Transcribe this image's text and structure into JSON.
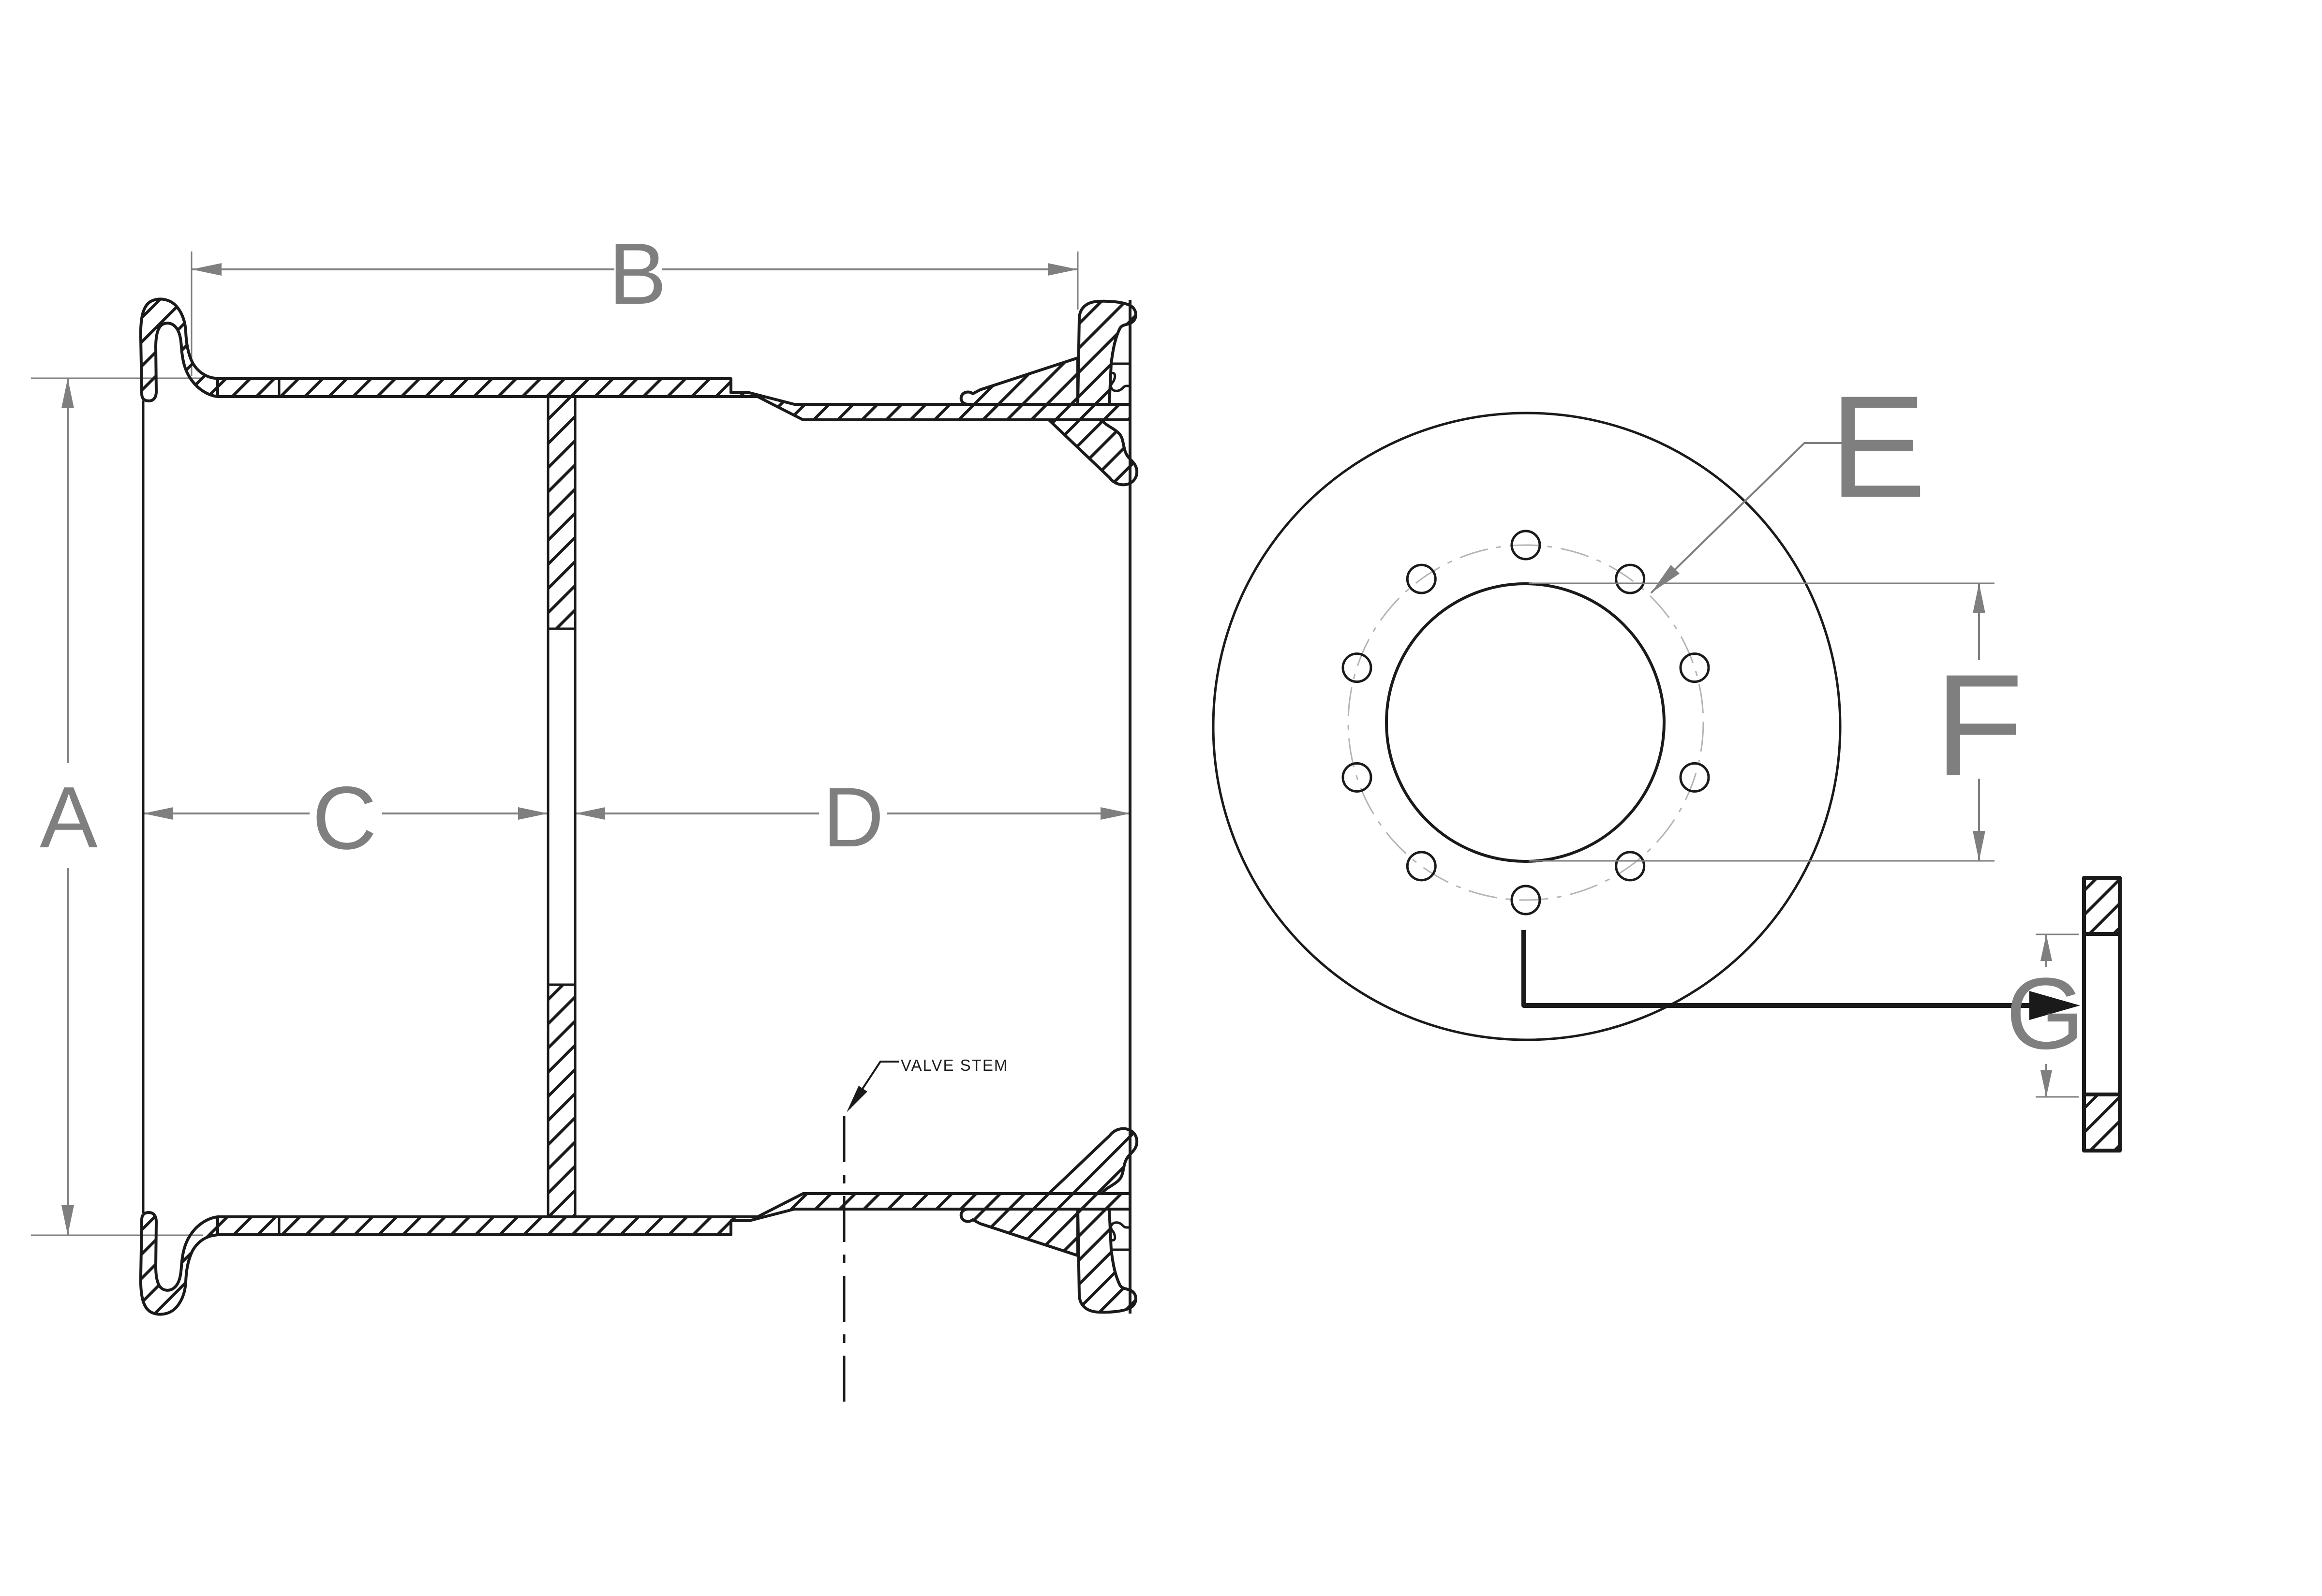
{
  "drawing": {
    "type": "engineering-dimension-drawing",
    "subject": "wheel rim cross-section, front view and flange detail section",
    "dimensions": {
      "a": "A",
      "b": "B",
      "c": "C",
      "d": "D",
      "e": "E",
      "f": "F",
      "g": "G"
    },
    "annotations": {
      "valve_stem": "VALVE STEM"
    },
    "front_view": {
      "bolt_hole_count": 10
    },
    "colors": {
      "background": "#ffffff",
      "line_black": "#1a1a1a",
      "dimension_gray": "#7f7f7f",
      "bolt_circle_gray": "#b4b4b4"
    }
  }
}
